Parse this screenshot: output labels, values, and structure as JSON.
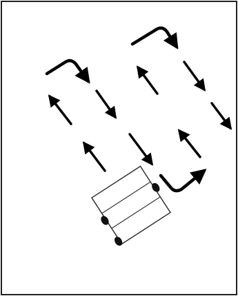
{
  "figure": {
    "subject": "robot-lawn-mower-boustrophedon-path",
    "frame_color": "#222222",
    "line_color": "#000000",
    "robot_fill": "#ffffff",
    "wheel_color": "#111111"
  },
  "path_segments": [
    {
      "id": "leg-1-up",
      "direction": "up"
    },
    {
      "id": "turn-top-left",
      "direction": "turn"
    },
    {
      "id": "leg-2-down",
      "direction": "down"
    },
    {
      "id": "leg-3-up",
      "direction": "up"
    },
    {
      "id": "turn-top-right",
      "direction": "turn"
    },
    {
      "id": "leg-4-down",
      "direction": "down"
    },
    {
      "id": "turn-bottom",
      "direction": "turn"
    }
  ]
}
